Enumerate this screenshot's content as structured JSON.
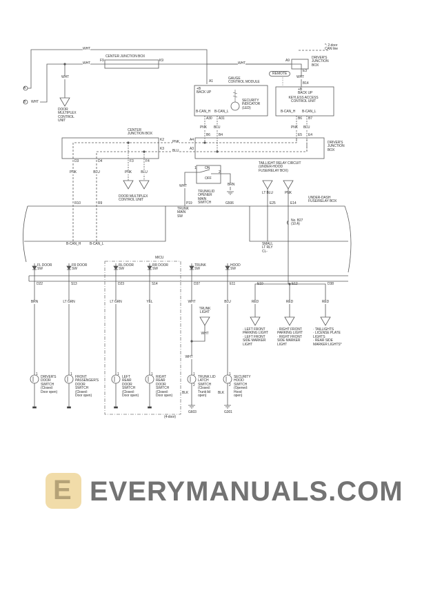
{
  "legend": {
    "text": "*: 2-door\nCAN line"
  },
  "watermark": {
    "text": "EVERYMANUALS.COM",
    "logo_letter": "E"
  },
  "connectors_left": {
    "a": "A",
    "b": "B",
    "b_wire": "WHT"
  },
  "wires_top": {
    "wht1": "WHT",
    "wht2": "WHT",
    "wht3": "WHT",
    "wht_branch": "WHT",
    "wht_djb": "WHT"
  },
  "center_jb_top": {
    "title": "CENTER JUNCTION BOX",
    "pin_left": "F9",
    "pin_right": "K9"
  },
  "door_multiplex_top": {
    "label": "DOOR\nMULTIPLEX\nCONTROL\nUNIT"
  },
  "gauge": {
    "title": "GAUGE\nCONTROL MODULE",
    "pin_a1": "A1",
    "backup": "+B\nBACK UP",
    "led": "SECURITY\nINDICATOR\n(LED)",
    "can_h": "B-CAN_H",
    "can_l": "B-CAN_L",
    "pin_h": "A30",
    "pin_l": "A31",
    "wire_h": "PNK",
    "wire_l": "BLU",
    "djb_h": "B6",
    "djb_l": "B4"
  },
  "djb_top": {
    "title": "DRIVER'S\nJUNCTION\nBOX",
    "pin_in": "A9",
    "pin_out": "E3"
  },
  "remote": {
    "label": "REMOTE"
  },
  "keyless": {
    "pin": "B14",
    "backup": "+B\nBACK UP",
    "title": "KEYLESS ACCESS\nCONTROL UNIT",
    "can_h": "B-CAN_H",
    "can_l": "B-CAN_L",
    "pin_h": "B6",
    "pin_l": "B7",
    "wire_h": "PNK",
    "wire_l": "BLU",
    "djb_h": "E5",
    "djb_l": "E4"
  },
  "center_jb": {
    "title": "CENTER\nJUNCTION BOX",
    "k2": "K2",
    "k3": "K3",
    "d3": "D3",
    "d4": "D4",
    "f3": "F3",
    "f4": "F4",
    "w_pnk": "PNK",
    "w_blu": "BLU",
    "w_d3": "PNK",
    "w_d4": "BLU",
    "w_f3": "PNK",
    "w_f4": "BLU",
    "r10": "R10",
    "r9": "R9",
    "can_h": "B-CAN_H",
    "can_l": "B-CAN_L",
    "dmcu": "DOOR MULTIPLEX\nCONTROL UNIT"
  },
  "djb": {
    "title": "DRIVER'S\nJUNCTION\nBOX",
    "a4": "A4",
    "a3": "A3"
  },
  "trunk_opener": {
    "pin1": "1",
    "pin2": "2",
    "on": "ON",
    "off": "OFF",
    "title": "TRUNKLID\nOPENER\nMAIN\nSWITCH",
    "wire_in": "WHT",
    "wire_gnd": "BRN",
    "p19": "P19",
    "ground": "G506",
    "main_sw": "TRUNK\nMAIN\nSW"
  },
  "taillight": {
    "title": "TAILLIGHT RELAY CIRCUIT\n(UNDER-HOOD\nFUSE/RELAY BOX)",
    "w1": "LT BLU",
    "w2": "PNK",
    "e25": "E25",
    "e14": "E14",
    "fuse": "No. B27\n(10 A)",
    "relay": "SMALL\nLT RLY\nCL-"
  },
  "under_dash": {
    "title": "UNDER-DASH\nFUSE/RELAY BOX"
  },
  "micu": {
    "label": "MICU",
    "note": "(4-door)"
  },
  "switches": [
    {
      "sw": "FL DOOR\nSW",
      "pin": "D22",
      "wire": "BRN",
      "device": "DRIVER'S\nDOOR\nSWITCH\n(Closed:\nDoor open)"
    },
    {
      "sw": "FR DOOR\nSW",
      "pin": "S13",
      "wire": "LT GRN",
      "device": "FRONT\nPASSENGER'S\nDOOR\nSWITCH\n(Closed:\nDoor open)"
    },
    {
      "sw": "RL DOOR\nSW",
      "pin": "D23",
      "wire": "LT GRN",
      "device": "LEFT\nREAR\nDOOR\nSWITCH\n(Closed:\nDoor open)"
    },
    {
      "sw": "RR DOOR\nSW",
      "pin": "S14",
      "wire": "YEL",
      "device": "RIGHT\nREAR\nDOOR\nSWITCH\n(Closed:\nDoor open)"
    },
    {
      "sw": "TRUNK\nSW",
      "pin": "D37",
      "wire": "WHT",
      "device": "TRUNK LID\nLATCH\nSWITCH\n(Closed:\nTrunk lid\nopen)",
      "gnd_wire": "BLK",
      "ground": "G603"
    },
    {
      "sw": "HOOD\nSW",
      "pin": "E11",
      "wire": "BLU",
      "device": "SECURITY\nHOOD\nSWITCH\n(Opened:\nHood\nopen)",
      "gnd_wire": "BLK",
      "ground": "G301"
    }
  ],
  "trunk_light": {
    "label": "TRUNK\nLIGHT",
    "wire": "WHT",
    "wire_below": "WHT"
  },
  "lights": [
    {
      "pin": "E10",
      "wire": "RED",
      "label": "· LEFT FRONT\nPARKING LIGHT\n· LEFT FRONT\nSIDE MARKER\nLIGHT"
    },
    {
      "pin": "E12",
      "wire": "RED",
      "label": "· RIGHT FRONT\nPARKING LIGHT\n· RIGHT FRONT\nSIDE MARKER\nLIGHT"
    },
    {
      "pin": "D38",
      "wire": "RED",
      "label": "· TAILLIGHTS\n· LICENSE PLATE\nLIGHTS\n· REAR SIDE\nMARKER LIGHTS*"
    }
  ],
  "pin_one": "1",
  "pin_two": "2"
}
